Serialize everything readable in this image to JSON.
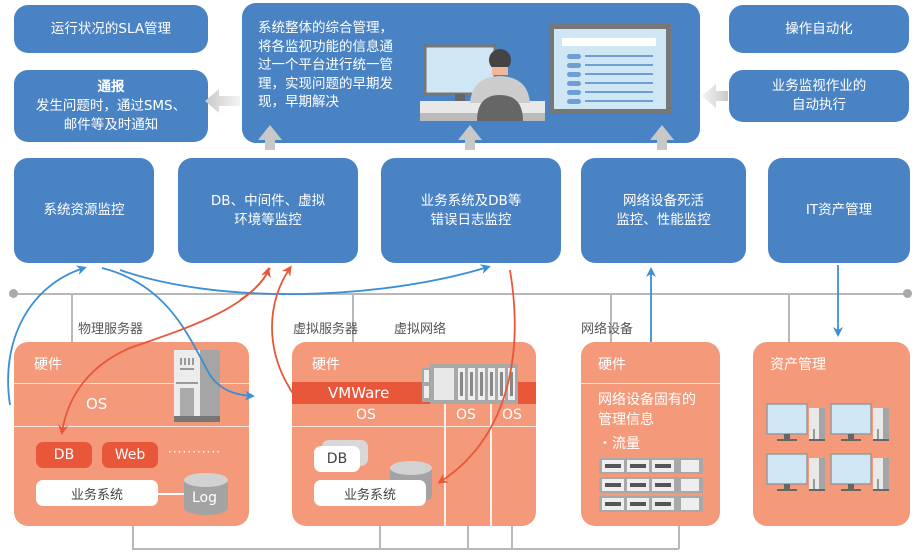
{
  "top": {
    "sla": "运行状况的SLA管理",
    "notify_title": "通报",
    "notify_body": "发生问题时，通过SMS、\n邮件等及时通知",
    "central": "系统整体的综合管理，\n将各监视功能的信息通\n过一个平台进行统一管\n理，实现问题的早期发\n现，早期解决",
    "ops_auto": "操作自动化",
    "job_auto": "业务监视作业的\n自动执行"
  },
  "monitors": [
    {
      "label": "系统资源监控"
    },
    {
      "label": "DB、中间件、虚拟\n环境等监控"
    },
    {
      "label": "业务系统及DB等\n错误日志监控"
    },
    {
      "label": "网络设备死活\n监控、性能监控"
    },
    {
      "label": "IT资产管理"
    }
  ],
  "sections": {
    "physical_server": "物理服务器",
    "virtual_server": "虚拟服务器",
    "virtual_network": "虚拟网络",
    "network_device": "网络设备"
  },
  "physical_box": {
    "hardware": "硬件",
    "os": "OS",
    "db": "DB",
    "web": "Web",
    "ellipsis": "···········",
    "business": "业务系统",
    "log": "Log"
  },
  "virtual_box": {
    "hardware": "硬件",
    "vmware": "VMWare",
    "os": [
      "OS",
      "OS",
      "OS"
    ],
    "db": "DB",
    "business": "业务系统"
  },
  "network_box": {
    "hardware": "硬件",
    "info": "网络设备固有的\n管理信息",
    "bullet": "・流量"
  },
  "asset_box": {
    "title": "资产管理"
  },
  "colors": {
    "blue": "#4a83c4",
    "orange": "#f4997a",
    "red": "#e8573a",
    "arrow_blue": "#3a8fd6",
    "gray": "#b8b8b8"
  }
}
